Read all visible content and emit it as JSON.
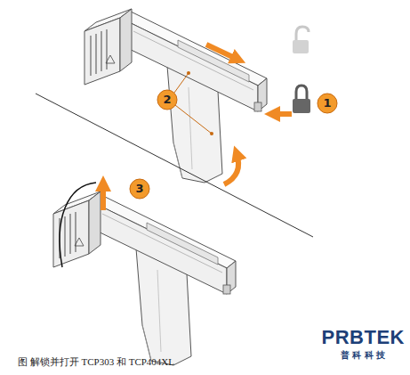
{
  "diagram": {
    "caption": "图 解锁并打开 TCP303 和 TCP404XL",
    "labels": [
      "1",
      "2",
      "3",
      "PRBTEK",
      "普 科 科 技"
    ]
  }
}
